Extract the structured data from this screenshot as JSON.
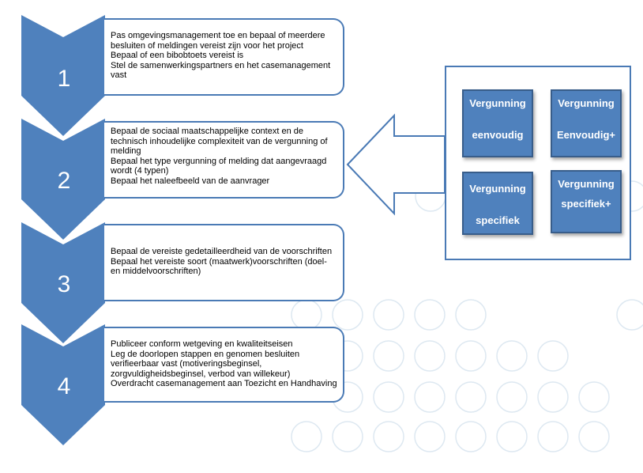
{
  "colors": {
    "chevron": "#4f81bd",
    "border": "#4a7ab5",
    "box": "#4f81bd",
    "circle": "#dde8f1"
  },
  "steps": [
    {
      "number": "1",
      "lines": [
        "Pas omgevingsmanagement toe en bepaal of meerdere",
        "besluiten of meldingen vereist zijn voor het project",
        "Bepaal of een bibobtoets vereist is",
        "Stel de samenwerkingspartners en het casemanagement",
        "vast"
      ]
    },
    {
      "number": "2",
      "lines": [
        "Bepaal de sociaal maatschappelijke context en de",
        "technisch inhoudelijke complexiteit van de vergunning of",
        "melding",
        "Bepaal het type vergunning  of melding dat aangevraagd",
        "wordt (4 typen)",
        "Bepaal het naleefbeeld van de aanvrager"
      ]
    },
    {
      "number": "3",
      "lines": [
        "Bepaal de vereiste gedetailleerdheid  van de voorschriften",
        "Bepaal het vereiste soort  (maatwerk)voorschriften (doel-",
        "en middelvoorschriften)"
      ]
    },
    {
      "number": "4",
      "lines": [
        "Publiceer conform wetgeving en kwaliteitseisen",
        "Leg de doorlopen stappen en genomen besluiten",
        "verifieerbaar vast (motiveringsbeginsel,",
        "zorgvuldigheidsbeginsel, verbod van willekeur)",
        "Overdracht casemanagement aan Toezicht en Handhaving"
      ]
    }
  ],
  "types": [
    {
      "line1": "Vergunning",
      "line2": "eenvoudig"
    },
    {
      "line1": "Vergunning",
      "line2": "Eenvoudig+"
    },
    {
      "line1": "Vergunning",
      "line2": "specifiek"
    },
    {
      "line1": "Vergunning",
      "line2": "specifiek+"
    }
  ]
}
